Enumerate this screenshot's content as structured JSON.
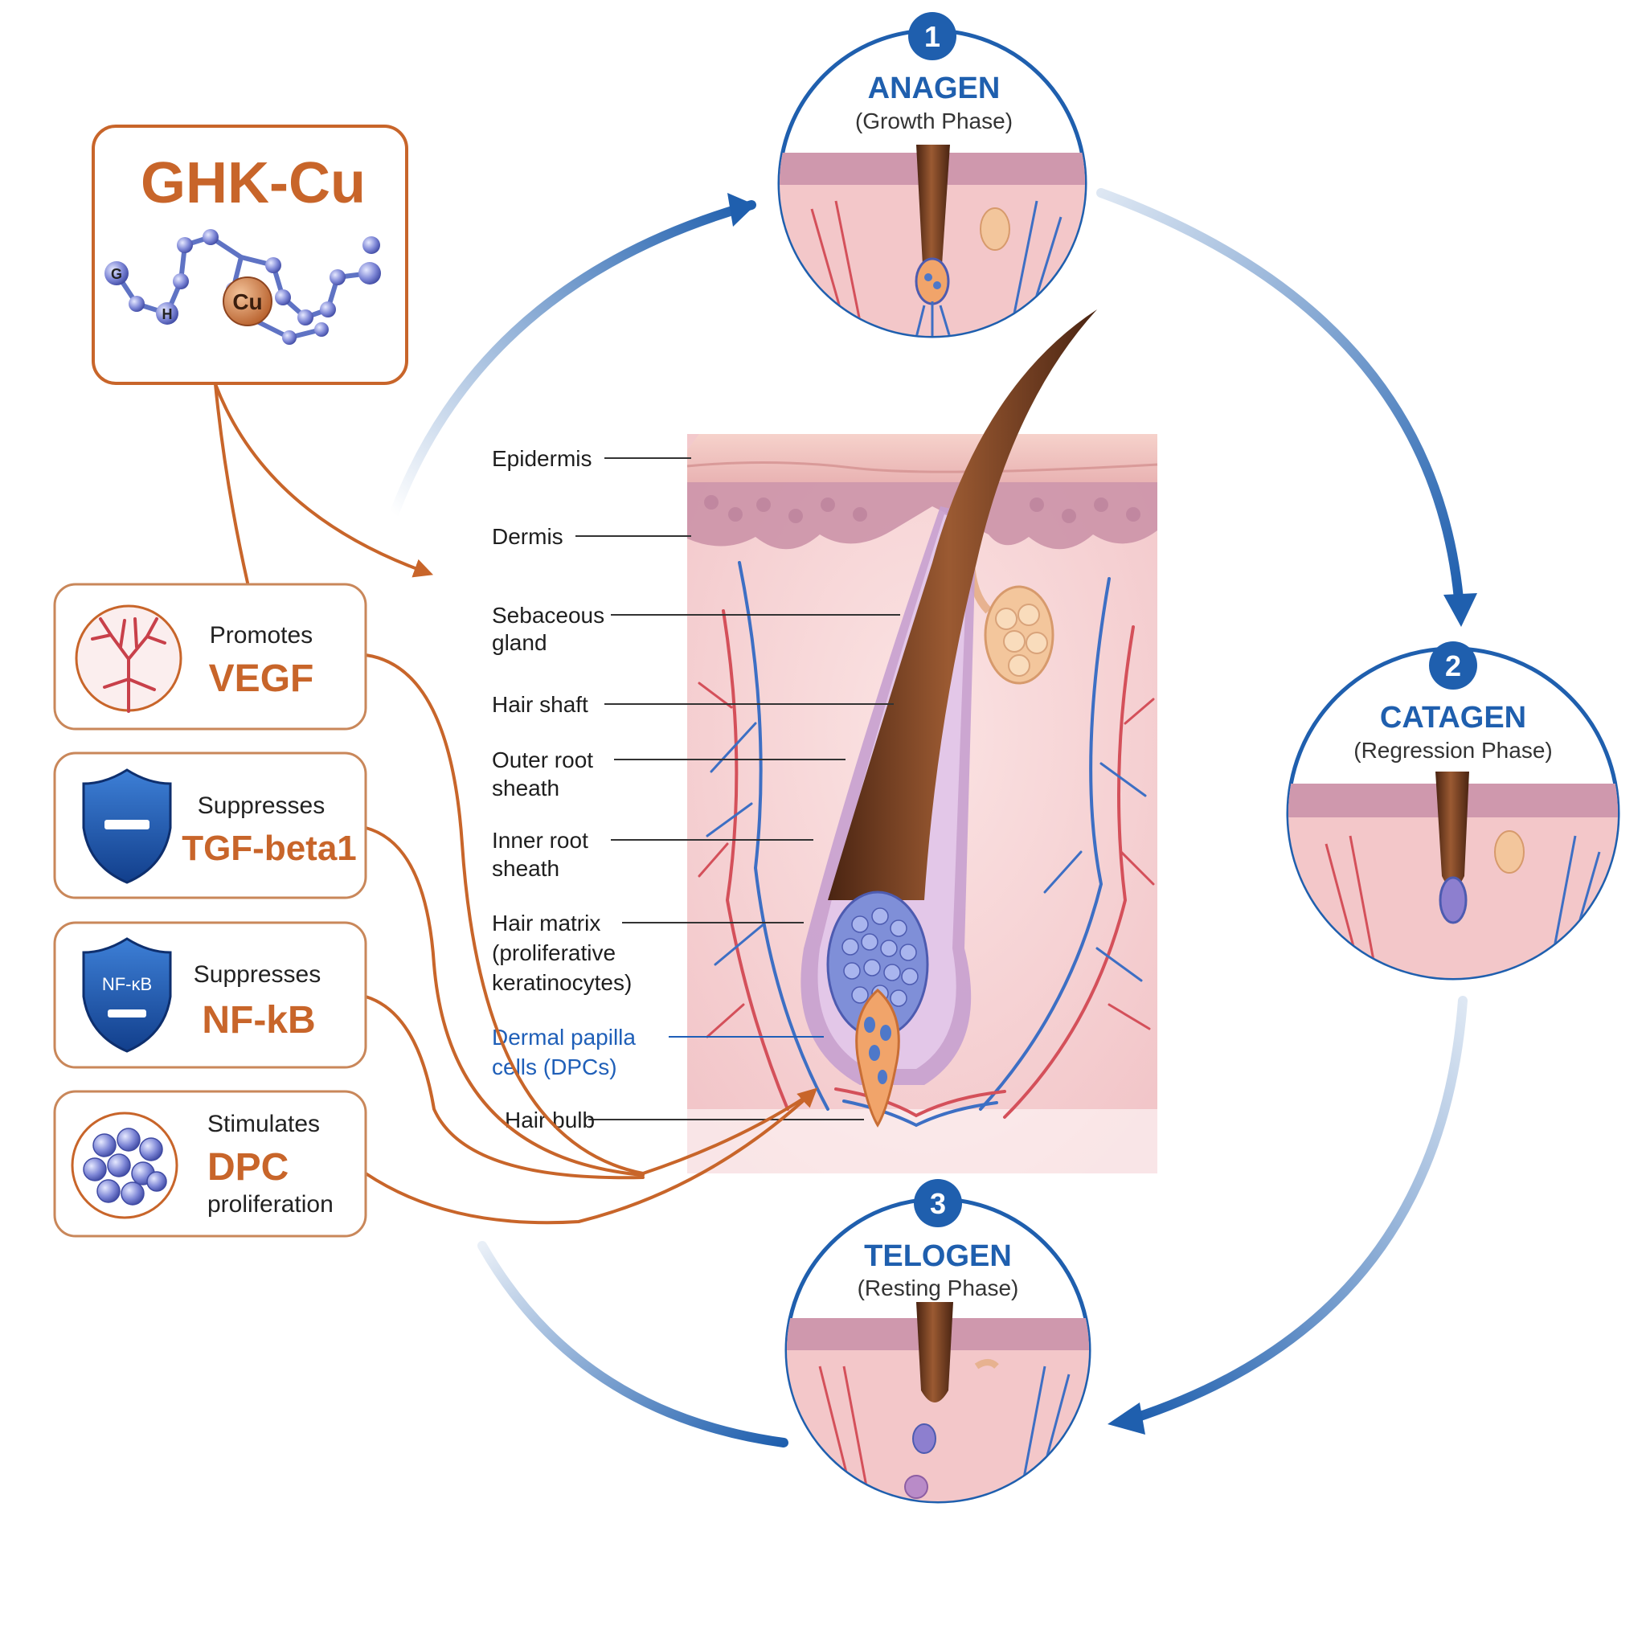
{
  "compound": {
    "name": "GHK-Cu",
    "atom_g": "G",
    "atom_h": "H",
    "atom_cu": "Cu"
  },
  "effects": [
    {
      "verb": "Promotes",
      "target": "VEGF",
      "extra": "",
      "icon": "blood-vessel-icon"
    },
    {
      "verb": "Suppresses",
      "target": "TGF-beta1",
      "extra": "",
      "icon": "shield-minus-icon"
    },
    {
      "verb": "Suppresses",
      "target": "NF-kB",
      "extra": "",
      "icon": "shield-nfkb-icon",
      "icon_text": "NF-κB"
    },
    {
      "verb": "Stimulates",
      "target": "DPC",
      "extra": "proliferation",
      "icon": "cell-cluster-icon"
    }
  ],
  "phases": [
    {
      "number": "1",
      "name": "ANAGEN",
      "subtitle": "(Growth Phase)"
    },
    {
      "number": "2",
      "name": "CATAGEN",
      "subtitle": "(Regression Phase)"
    },
    {
      "number": "3",
      "name": "TELOGEN",
      "subtitle": "(Resting Phase)"
    }
  ],
  "anatomy_labels": [
    [
      "Epidermis"
    ],
    [
      "Dermis"
    ],
    [
      "Sebaceous",
      "gland"
    ],
    [
      "Hair shaft"
    ],
    [
      "Outer root",
      "sheath"
    ],
    [
      "Inner root",
      "sheath"
    ],
    [
      "Hair matrix",
      "(proliferative",
      "keratinocytes)"
    ],
    [
      "Dermal papilla",
      "cells (DPCs)"
    ],
    [
      "Hair bulb"
    ]
  ],
  "colors": {
    "accent_orange": "#c8652a",
    "box_border": "#c9875a",
    "phase_blue": "#1f5fae",
    "highlight_label": "#1f5fb8",
    "skin_pink": "#f2c9cc",
    "hair_brown": "#6e3b1e"
  }
}
